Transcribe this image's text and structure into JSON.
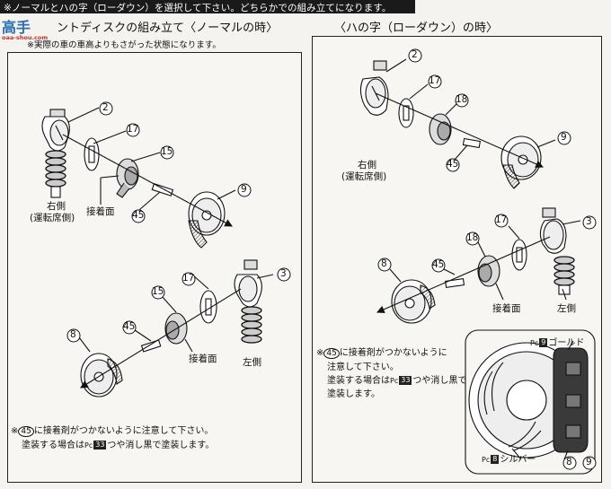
{
  "banner": {
    "text": "※ノーマルとハの字（ローダウン）を選択して下さい。どちらかでの組み立てになります。",
    "overlay_logo": "高手",
    "overlay_logo_sub": "oaa-shou.com"
  },
  "left_panel": {
    "heading": "ントディスクの組み立て〈ノーマルの時〉",
    "subnote": "※実際の車の車高よりもさがった状態になります。",
    "upper": {
      "labels": [
        "右側",
        "(運転席側)",
        "接着面"
      ],
      "parts": [
        "2",
        "17",
        "15",
        "45",
        "9"
      ]
    },
    "lower": {
      "labels": [
        "接着面",
        "左側"
      ],
      "parts": [
        "17",
        "3",
        "15",
        "45",
        "8"
      ]
    },
    "note_line1_prefix": "※",
    "note_part": "45",
    "note_line1": "に接着剤がつかないように注意して下さい。",
    "note_line2_a": "塗装する場合は",
    "note_pc": "Pc",
    "note_pc_num": "33",
    "note_line2_b": "つや消し黒で塗装します。"
  },
  "right_panel": {
    "heading": "〈ハの字（ローダウン）の時〉",
    "upper": {
      "labels": [
        "右側",
        "(運転席側)"
      ],
      "parts": [
        "2",
        "17",
        "18",
        "45",
        "9"
      ]
    },
    "lower": {
      "labels": [
        "接着面",
        "左側"
      ],
      "parts": [
        "17",
        "3",
        "18",
        "45",
        "8"
      ]
    },
    "note_mark": "※",
    "note_part": "45",
    "note_line1": "に接着剤がつかないように",
    "note_line2": "注意して下さい。",
    "note_line3_a": "塗装する場合は",
    "note_pc": "Pc",
    "note_pc_num": "33",
    "note_line3_b": "つや消し黒で",
    "note_line4": "塗装します。",
    "inset": {
      "gold_pc": "Pc",
      "gold_num": "9",
      "gold_label": "ゴールド",
      "silver_pc": "Pc",
      "silver_num": "8",
      "silver_label": "シルバー",
      "part_a": "8",
      "part_b": "9"
    }
  }
}
